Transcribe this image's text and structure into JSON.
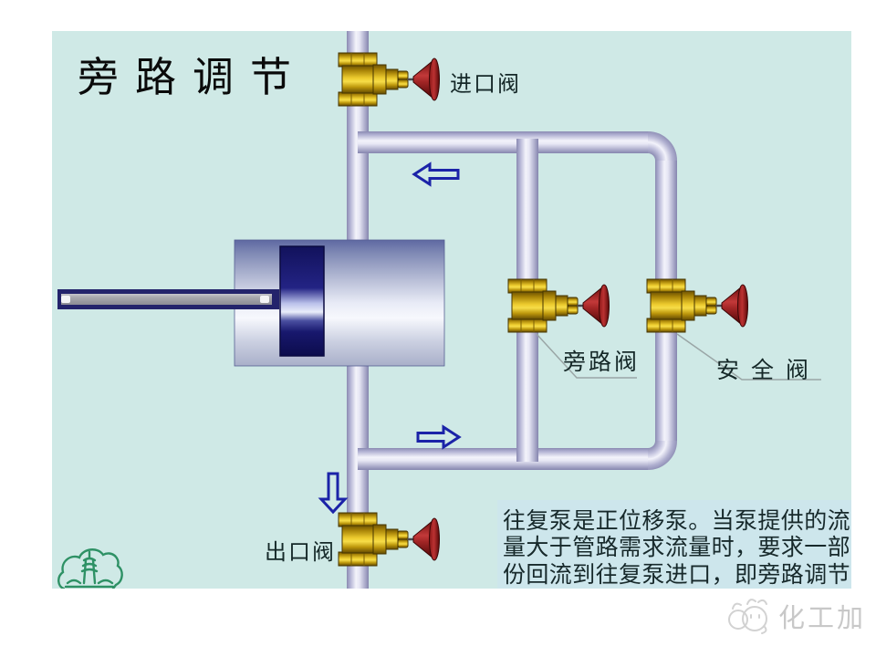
{
  "slide": {
    "title": "旁路调节",
    "labels": {
      "inlet_valve": "进口阀",
      "bypass_valve": "旁路阀",
      "safety_valve": "安全阀",
      "outlet_valve": "出口阀"
    },
    "description_lines": [
      "往复泵是正位移泵。当泵提供的流",
      "量大于管路需求流量时，要求一部",
      "份回流到往复泵进口，即旁路调节"
    ]
  },
  "watermark": {
    "brand": "化工加"
  },
  "icons": {
    "flow_arrow_top": "left-arrow-icon",
    "flow_arrow_bottom": "right-arrow-icon",
    "flow_arrow_outlet": "down-arrow-icon",
    "slide_logo": "pagoda-emblem-icon",
    "watermark_logo": "elephant-icon"
  },
  "colors": {
    "slide_background": "#cfe9e6",
    "pipe": "#c9c9e2",
    "valve_body_gold": "#e3bd1f",
    "handwheel_red": "#9c2020",
    "flow_arrow_blue": "#1b23a8",
    "pump_piston_navy": "#1a1a70",
    "logo_green": "#2e9165",
    "watermark_gray": "#c8c8c8",
    "title_text": "#0a0a0a",
    "body_text": "#17292b"
  }
}
